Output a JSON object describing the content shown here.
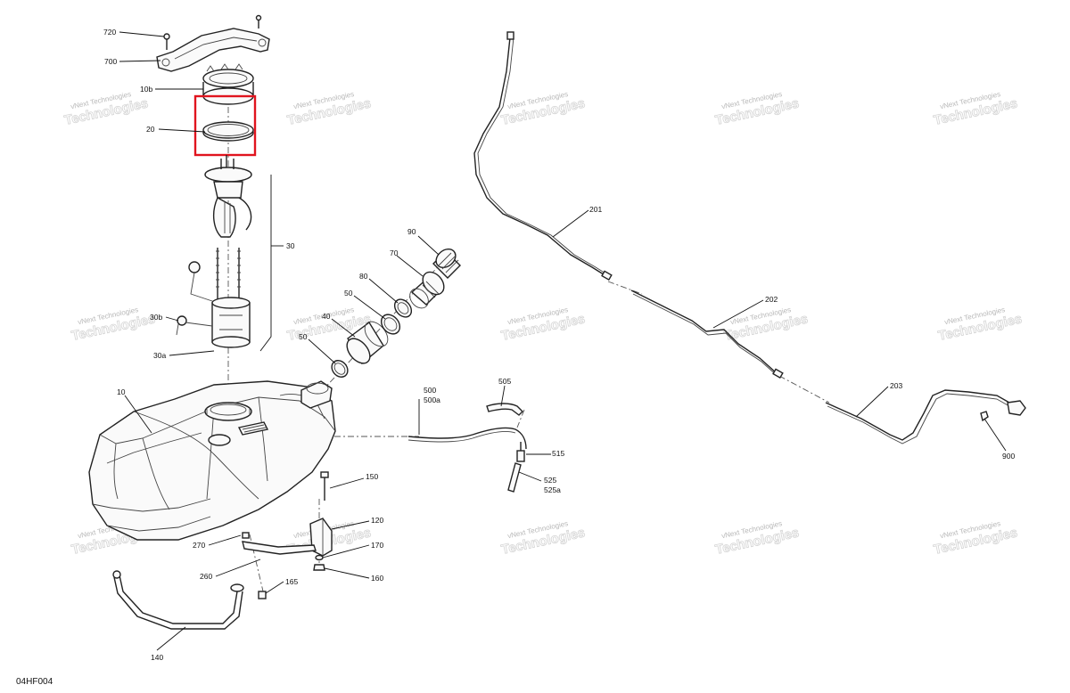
{
  "diagram": {
    "reference_code": "04HF004",
    "watermark": {
      "line1": "vNext Technologies",
      "line2": "Technologies"
    },
    "highlight_color": "#e0141e",
    "highlighted_part": "20",
    "callouts": {
      "c720": "720",
      "c700": "700",
      "c10b": "10b",
      "c20": "20",
      "c30": "30",
      "c30b": "30b",
      "c30a": "30a",
      "c10": "10",
      "c90": "90",
      "c70": "70",
      "c80": "80",
      "c50a": "50",
      "c40": "40",
      "c50b": "50",
      "c500": "500",
      "c500a": "500a",
      "c505": "505",
      "c515": "515",
      "c525": "525",
      "c525a": "525a",
      "c150": "150",
      "c120": "120",
      "c170": "170",
      "c160": "160",
      "c270": "270",
      "c260": "260",
      "c165": "165",
      "c140": "140",
      "c201": "201",
      "c202": "202",
      "c203": "203",
      "c900": "900"
    }
  }
}
